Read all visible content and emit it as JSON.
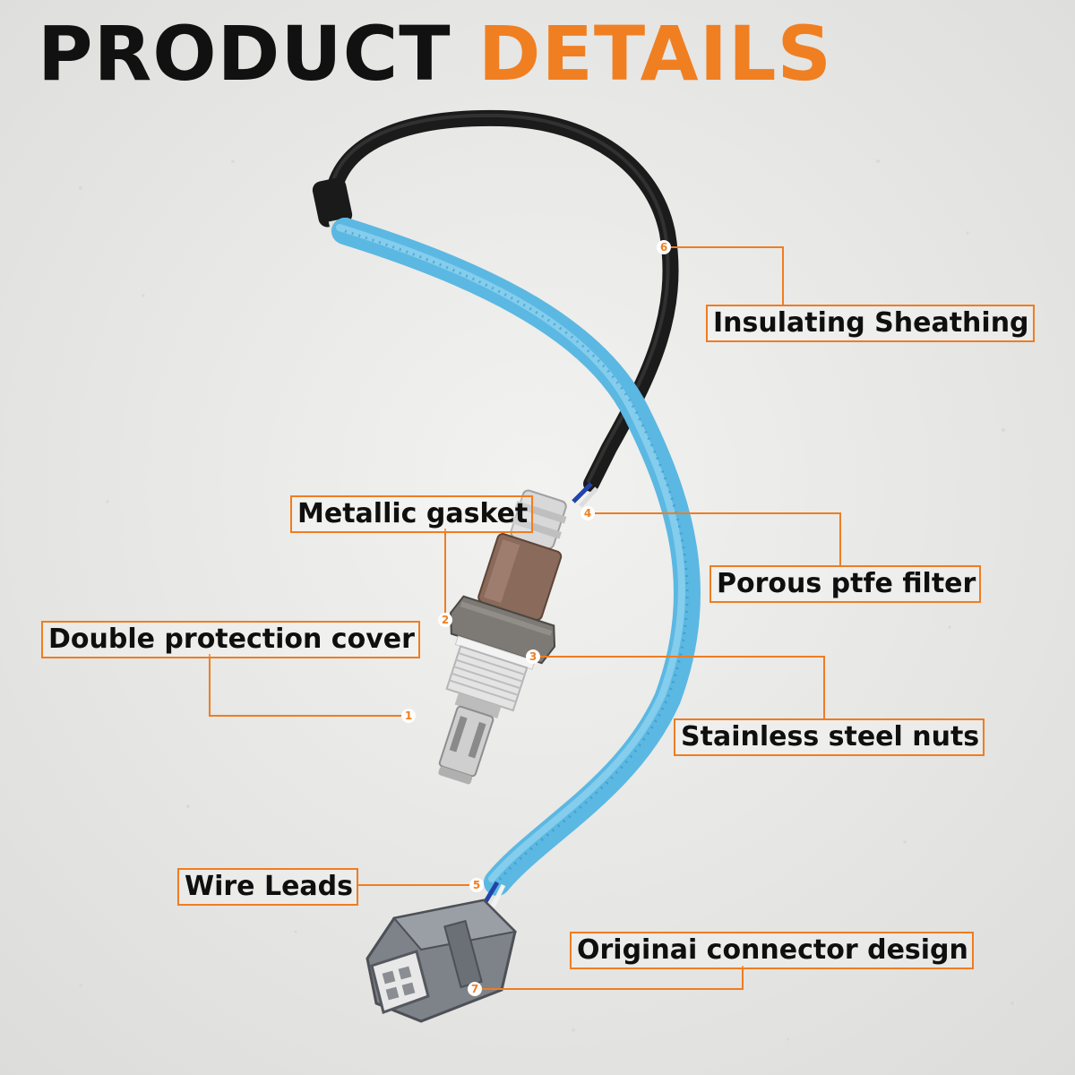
{
  "header": {
    "title_part1": "PRODUCT",
    "title_part2": "DETAILS"
  },
  "callouts": [
    {
      "number": "1",
      "label": "Double protection cover"
    },
    {
      "number": "2",
      "label": "Metallic gasket"
    },
    {
      "number": "3",
      "label": "Stainless steel nuts"
    },
    {
      "number": "4",
      "label": "Porous ptfe filter"
    },
    {
      "number": "5",
      "label": "Wire Leads"
    },
    {
      "number": "6",
      "label": "Insulating Sheathing"
    },
    {
      "number": "7",
      "label": "Originai connector design"
    }
  ],
  "colors": {
    "accent": "#f07f22",
    "title_dark": "#111111",
    "cable_blue": "#5bb8e2",
    "cable_black": "#1e1e1e",
    "background": "#e9e9e7"
  }
}
